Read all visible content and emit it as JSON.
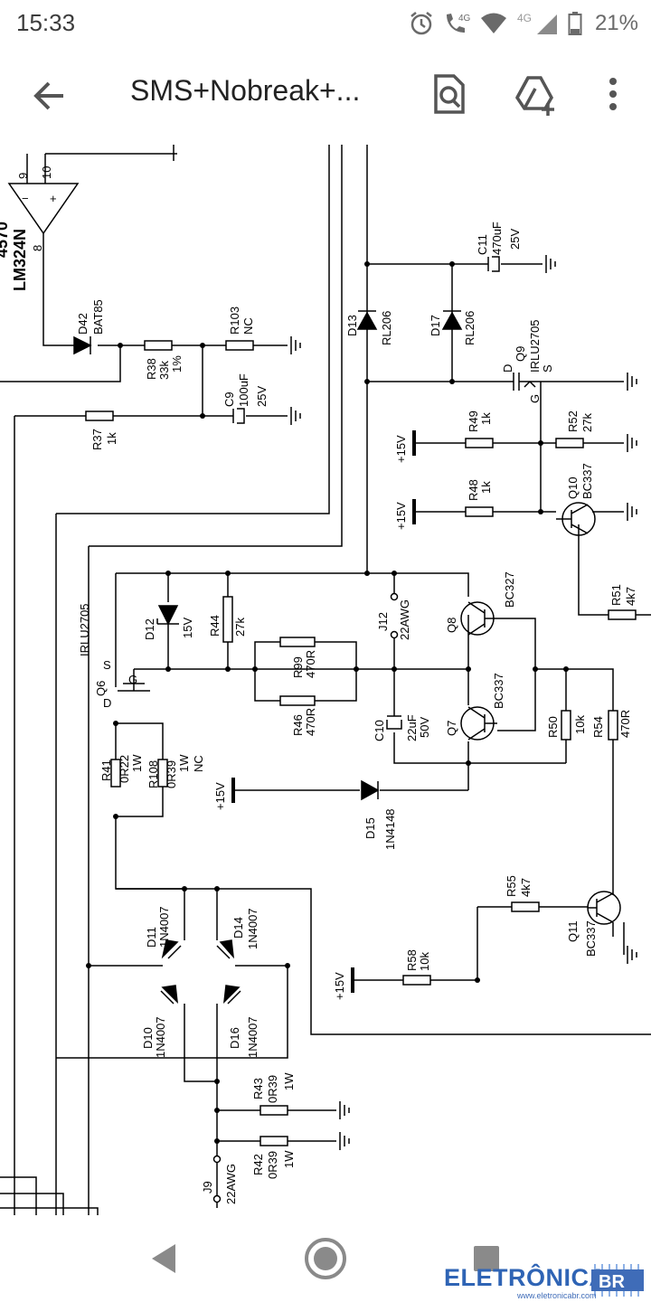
{
  "status_bar": {
    "time": "15:33",
    "battery_percent": "21%",
    "icons": [
      "alarm-icon",
      "wifi-call-icon",
      "wifi-icon",
      "signal-icon",
      "battery-icon"
    ],
    "network_labels": [
      "4G",
      "4G"
    ]
  },
  "toolbar": {
    "title": "SMS+Nobreak+...",
    "icons": [
      "back-arrow-icon",
      "search-document-icon",
      "add-to-drive-icon",
      "more-vert-icon"
    ]
  },
  "schematic": {
    "opamp": {
      "part": "LM324N",
      "pin_minus": "9",
      "pin_plus": "10",
      "pin_out": "8",
      "partial_label": "4570"
    },
    "components": {
      "D42": [
        "D42",
        "BAT85"
      ],
      "R38": [
        "R38",
        "33k",
        "1%"
      ],
      "R103": [
        "R103",
        "NC"
      ],
      "C9": [
        "C9",
        "100uF",
        "25V"
      ],
      "R37": [
        "R37",
        "1k"
      ],
      "D13": [
        "D13",
        "RL206"
      ],
      "D17": [
        "D17",
        "RL206"
      ],
      "C11": [
        "C11",
        "470uF",
        "25V"
      ],
      "Q9": [
        "Q9",
        "IRLU2705"
      ],
      "R49": [
        "R49",
        "1k"
      ],
      "R52": [
        "R52",
        "27k"
      ],
      "R48": [
        "R48",
        "1k"
      ],
      "Q10": [
        "Q10",
        "BC337"
      ],
      "R51": [
        "R51",
        "4k7"
      ],
      "Q6": [
        "Q6",
        "IRLU2705"
      ],
      "D12": [
        "D12",
        "15V"
      ],
      "R44": [
        "R44",
        "27k"
      ],
      "R99": [
        "R99",
        "470R"
      ],
      "R46": [
        "R46",
        "470R"
      ],
      "J12": [
        "J12",
        "22AWG"
      ],
      "C10": [
        "C10",
        "22uF",
        "50V"
      ],
      "Q8": [
        "Q8",
        "BC327"
      ],
      "Q7": [
        "Q7",
        "BC337"
      ],
      "R50": [
        "R50",
        "10k"
      ],
      "R54": [
        "R54",
        "470R"
      ],
      "R41": [
        "R41",
        "0R22",
        "1W"
      ],
      "R108": [
        "R108",
        "0R39",
        "1W",
        "NC"
      ],
      "D15": [
        "D15",
        "1N4148"
      ],
      "R55": [
        "R55",
        "4k7"
      ],
      "Q11": [
        "Q11",
        "BC337"
      ],
      "R58": [
        "R58",
        "10k"
      ],
      "D11": [
        "D11",
        "1N4007"
      ],
      "D14": [
        "D14",
        "1N4007"
      ],
      "D10": [
        "D10",
        "1N4007"
      ],
      "D16": [
        "D16",
        "1N4007"
      ],
      "R43": [
        "R43",
        "0R39",
        "1W"
      ],
      "R42": [
        "R42",
        "0R39",
        "1W"
      ],
      "J9": [
        "J9",
        "22AWG"
      ]
    },
    "supply_label": "+15V",
    "pin_letters": {
      "d": "D",
      "s": "S",
      "g": "G"
    }
  },
  "nav_bar": {
    "icons": [
      "back-triangle-icon",
      "home-circle-icon",
      "recents-square-icon"
    ]
  },
  "watermark": {
    "brand": "ELETRÔNICA",
    "brand_suffix": "BR",
    "site": "www.eletronicabr.com"
  }
}
